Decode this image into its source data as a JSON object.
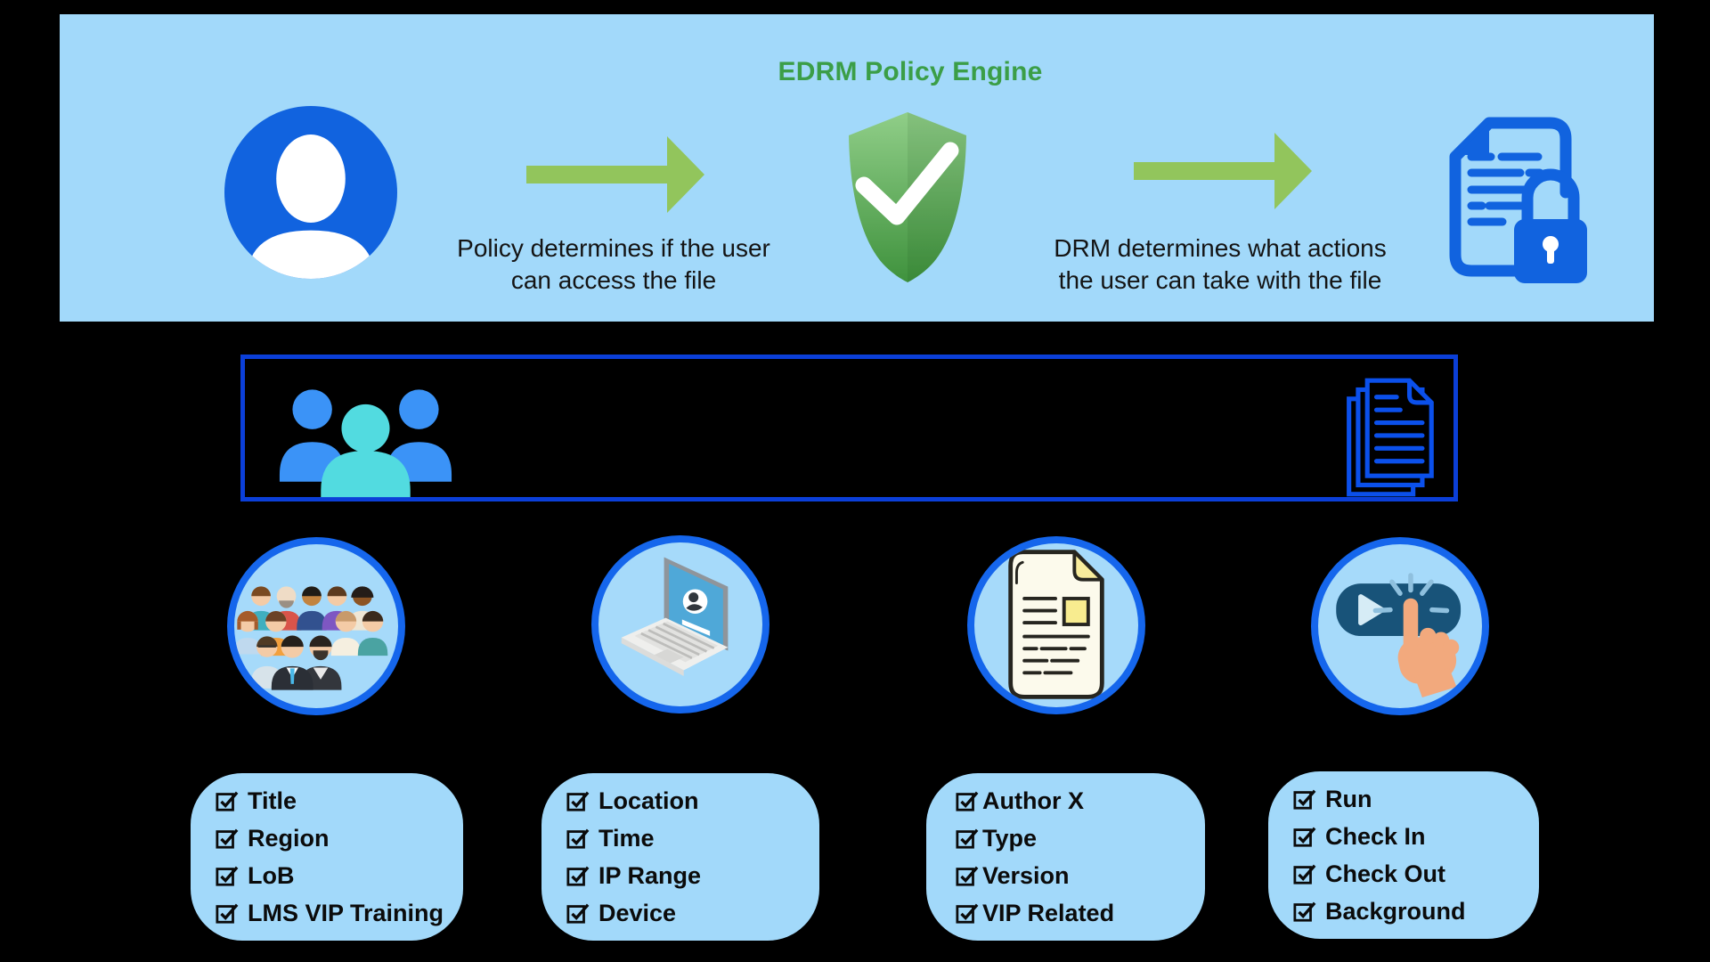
{
  "banner": {
    "title": "EDRM Policy Engine",
    "left_caption_line1": "Policy determines if the user",
    "left_caption_line2": "can access the file",
    "right_caption_line1": "DRM determines what actions",
    "right_caption_line2": "the user can take with the file"
  },
  "cards": [
    {
      "items": [
        "Title",
        "Region",
        "LoB",
        "LMS VIP Training"
      ]
    },
    {
      "items": [
        "Location",
        "Time",
        "IP Range",
        "Device"
      ]
    },
    {
      "items": [
        "Author X",
        "Type",
        "Version",
        "VIP Related"
      ]
    },
    {
      "items": [
        "Run",
        "Check In",
        "Check Out",
        "Background"
      ]
    }
  ],
  "icons": {
    "user-avatar-icon": "white person silhouette in blue circle",
    "arrow-right-icon": "green block arrow",
    "shield-check-icon": "green shield with white checkmark",
    "document-lock-icon": "blue document with padlock",
    "user-group-icon": "three people silhouettes",
    "document-stack-icon": "stack of outlined pages",
    "crowd-icon": "group of cartoon people",
    "laptop-login-icon": "isometric laptop with login screen",
    "document-file-icon": "paper document with folded corner and image block",
    "button-click-icon": "hand pressing a play button with click burst",
    "checkbox-checked-icon": "☑"
  },
  "colors": {
    "background": "#000000",
    "panel_light_blue": "#A2D9FA",
    "accent_blue": "#1163DF",
    "circle_border_blue": "#1566EC",
    "band_border_blue": "#0B3FD8",
    "stack_doc_blue": "#0B50EB",
    "arrow_green": "#92C55C",
    "title_green": "#3B9E47",
    "shield_green_light": "#90CE88",
    "shield_green_dark": "#3F923D",
    "person_blue": "#3B93F7",
    "person_teal": "#52DBE0",
    "button_dark_blue": "#185379",
    "hand_tan": "#F2A97D",
    "text_black": "#141414"
  }
}
